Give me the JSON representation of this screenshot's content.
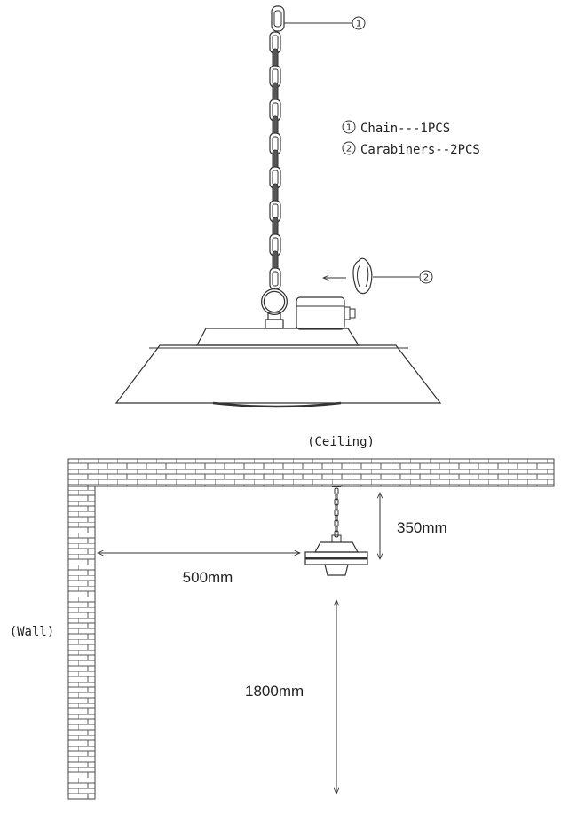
{
  "callout_1": "1",
  "callout_2": "2",
  "legend": [
    {
      "num": "1",
      "text": "Chain---1PCS"
    },
    {
      "num": "2",
      "text": "Carabiners--2PCS"
    }
  ],
  "ceiling_label": "(Ceiling)",
  "wall_label": "(Wall)",
  "dim_distance_from_wall": "500mm",
  "dim_chain_length": "350mm",
  "dim_height_above_floor": "1800mm"
}
